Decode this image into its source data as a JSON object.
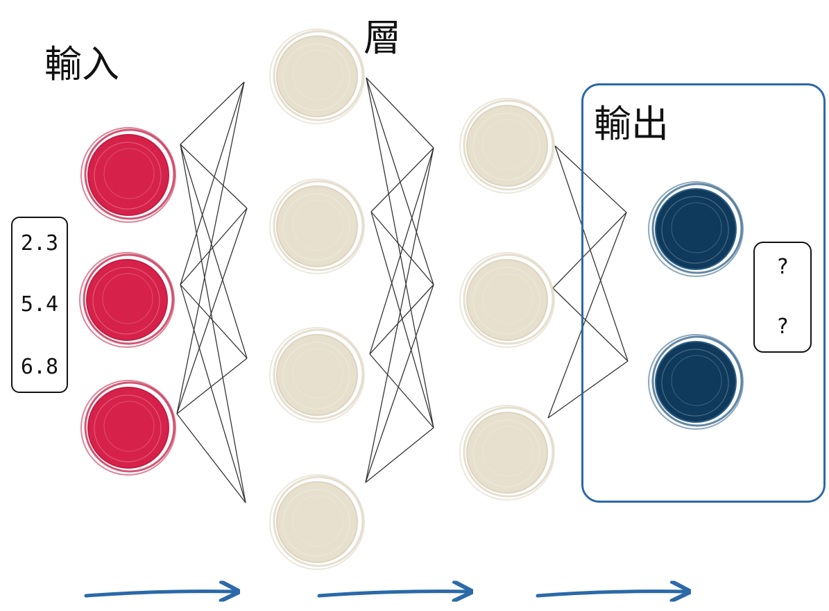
{
  "labels": {
    "input": "輸入",
    "hidden": "層",
    "output": "輸出"
  },
  "input_values": [
    "2.3",
    "5.4",
    "6.8"
  ],
  "output_values": [
    "?",
    "?"
  ],
  "colors": {
    "input_node": "#d6224a",
    "hidden_node": "#e7e0cf",
    "output_node": "#0f3a5c",
    "edge": "#333333",
    "output_frame": "#2b69a8",
    "arrow": "#2b69a8"
  },
  "layers": [
    {
      "name": "input",
      "count": 3
    },
    {
      "name": "hidden-1",
      "count": 4
    },
    {
      "name": "hidden-2",
      "count": 3
    },
    {
      "name": "output",
      "count": 2
    }
  ]
}
